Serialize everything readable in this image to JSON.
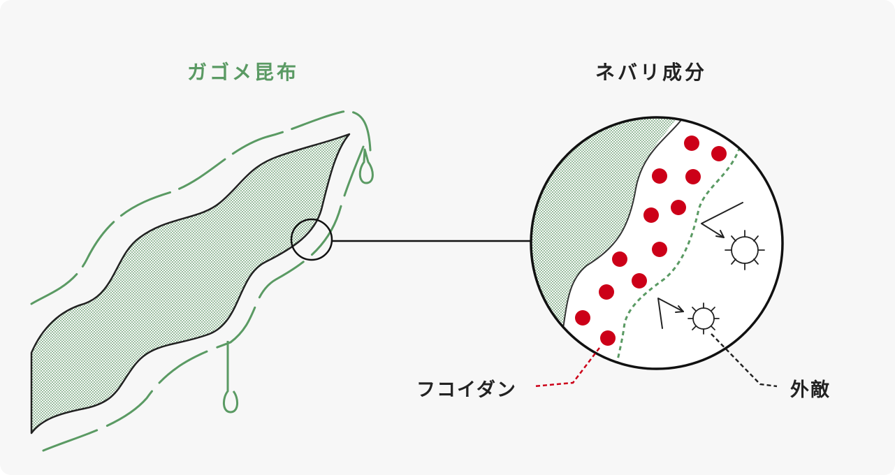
{
  "titles": {
    "left": "ガゴメ昆布",
    "right": "ネバリ成分"
  },
  "labels": {
    "fucoidan": "フコイダン",
    "external_enemy": "外敵"
  },
  "colors": {
    "background": "#f7f7f7",
    "kelp_green": "#5a9a63",
    "kelp_fill": "#9cc7a0",
    "fucoidan_red": "#cc0018",
    "outline": "#222222"
  },
  "icons": {
    "virus": "virus-icon",
    "arrow": "arrow-icon"
  }
}
